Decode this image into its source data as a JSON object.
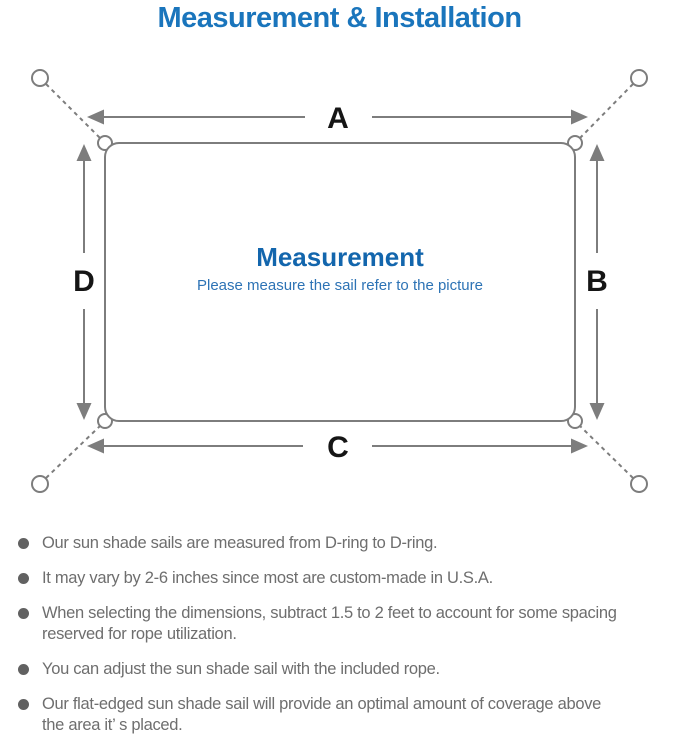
{
  "title": "Measurement & Installation",
  "diagram": {
    "side_labels": {
      "top": "A",
      "right": "B",
      "bottom": "C",
      "left": "D"
    },
    "center_heading": "Measurement",
    "center_caption": "Please measure the sail refer to the picture"
  },
  "notes": [
    {
      "text": "Our sun shade sails are measured from D-ring to D-ring."
    },
    {
      "text": "It may vary by 2-6 inches since most are custom-made in U.S.A."
    },
    {
      "text": "When selecting the dimensions, subtract 1.5 to 2 feet to account for some spacing\nreserved for rope utilization."
    },
    {
      "text": "You can adjust the sun shade sail with the included rope."
    },
    {
      "text": "Our flat-edged sun shade sail will provide an optimal amount of coverage above\nthe area it’ s placed."
    }
  ],
  "colors": {
    "title_blue": "#1a75bc",
    "heading_blue": "#1366ad",
    "caption_blue": "#2d73b5",
    "line_gray": "#7d7d7d",
    "label_black": "#151515",
    "note_gray": "#6e6e6e"
  }
}
